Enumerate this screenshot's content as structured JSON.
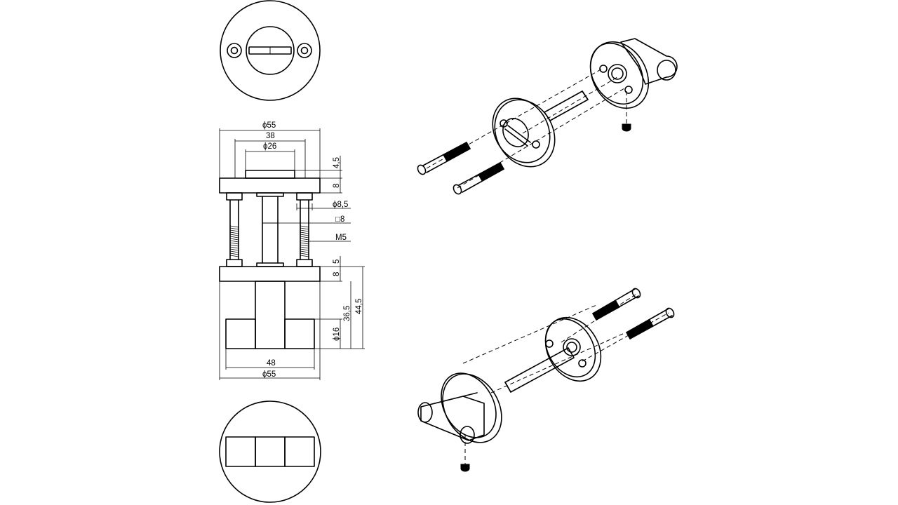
{
  "dimensions": {
    "dia55_top": "ϕ55",
    "w38": "38",
    "dia26": "ϕ26",
    "h4_5": "4,5",
    "h8_top": "8",
    "dia8_5": "ϕ8,5",
    "sq8": "□8",
    "m5": "M5",
    "h8_bottom": "8",
    "h5": "5",
    "h36_5": "36,5",
    "h44_5": "44,5",
    "dia16": "ϕ16",
    "w48": "48",
    "dia55_bottom": "ϕ55"
  },
  "views": [
    "front-view-rose-with-slot",
    "side-section-view",
    "bottom-view-square-knob",
    "exploded-view-top",
    "exploded-view-bottom"
  ]
}
